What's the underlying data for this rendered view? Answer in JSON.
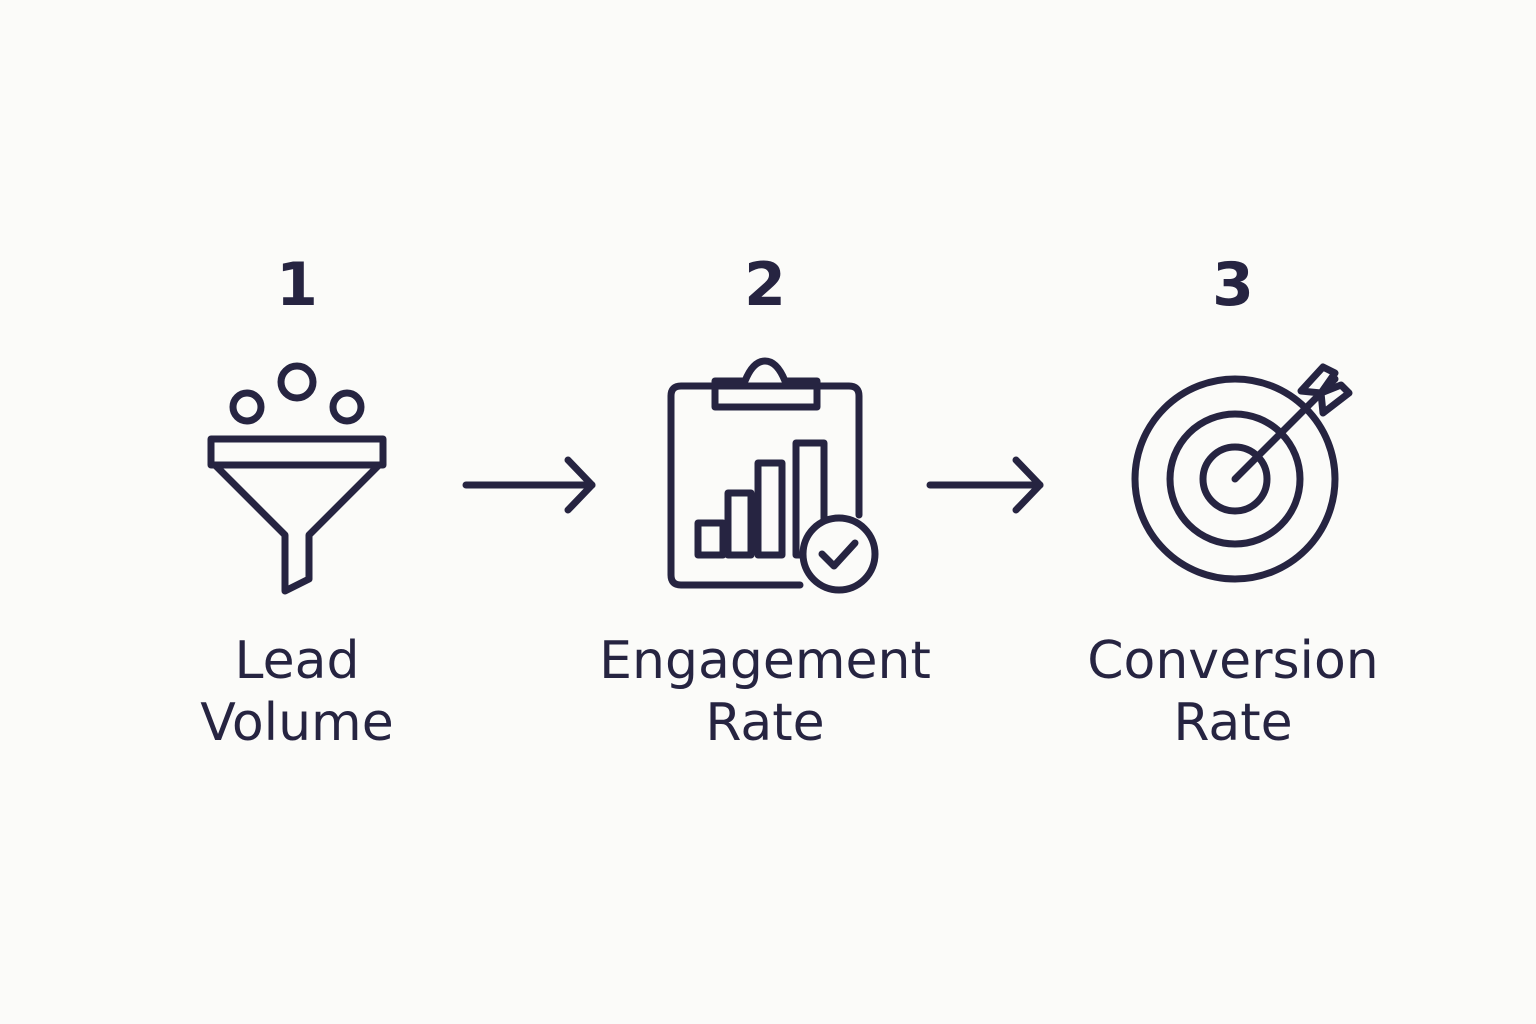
{
  "colors": {
    "background": "#fbfbf9",
    "ink": "#262441"
  },
  "steps": [
    {
      "number": "1",
      "label_line1": "Lead",
      "label_line2": "Volume",
      "icon": "funnel-icon"
    },
    {
      "number": "2",
      "label_line1": "Engagement",
      "label_line2": "Rate",
      "icon": "clipboard-chart-check-icon"
    },
    {
      "number": "3",
      "label_line1": "Conversion",
      "label_line2": "Rate",
      "icon": "target-arrow-icon"
    }
  ],
  "connectors": [
    {
      "icon": "right-arrow-icon"
    },
    {
      "icon": "right-arrow-icon"
    }
  ]
}
